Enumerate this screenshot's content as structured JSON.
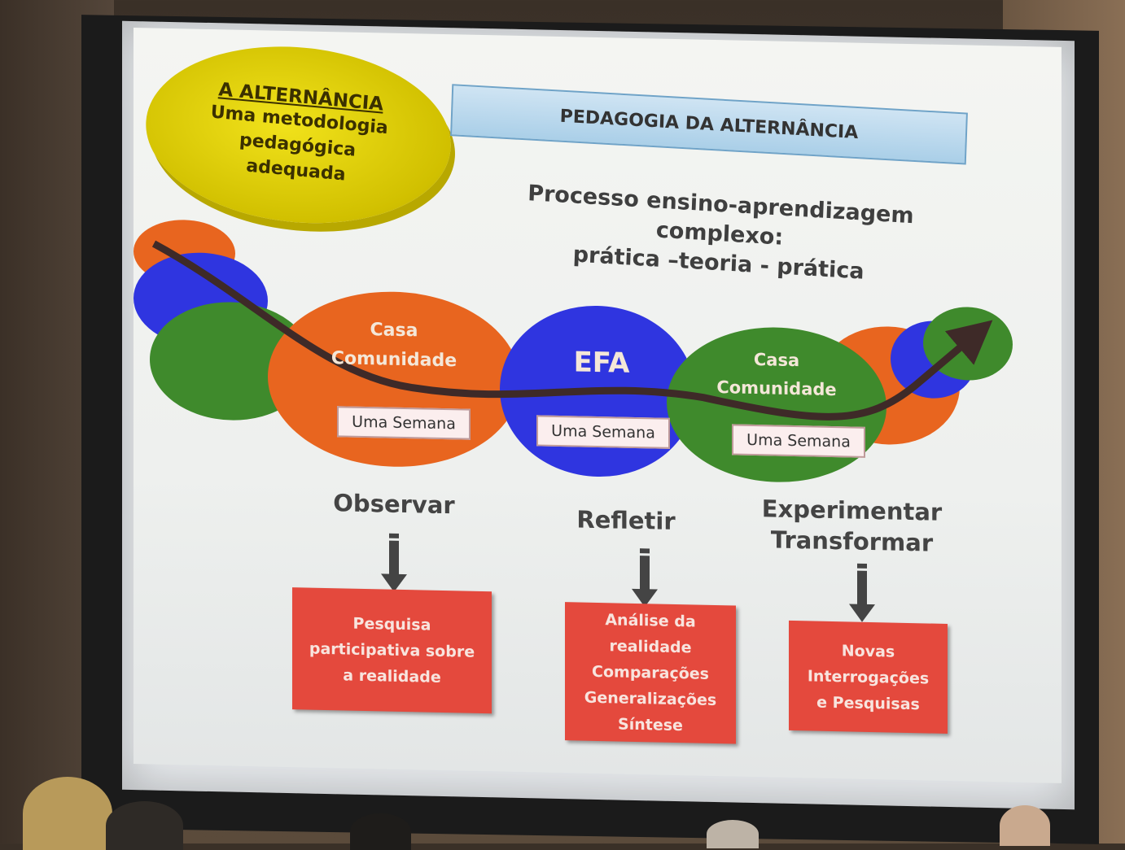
{
  "badge": {
    "title": "A ALTERNÂNCIA",
    "line1": "Uma metodologia",
    "line2": "pedagógica",
    "line3": "adequada"
  },
  "header": {
    "title": "PEDAGOGIA DA ALTERNÂNCIA"
  },
  "process": {
    "line1": "Processo ensino-aprendizagem complexo:",
    "line2": "prática –teoria - prática"
  },
  "stages": [
    {
      "line1": "Casa",
      "line2": "Comunidade",
      "week": "Uma Semana"
    },
    {
      "line1": "EFA",
      "week": "Uma Semana"
    },
    {
      "line1": "Casa",
      "line2": "Comunidade",
      "week": "Uma Semana"
    }
  ],
  "steps": [
    {
      "label": "Observar",
      "box": [
        "Pesquisa",
        "participativa  sobre",
        "a realidade"
      ]
    },
    {
      "label": "Refletir",
      "box": [
        "Análise da",
        "realidade",
        "Comparações",
        "Generalizações",
        "Síntese"
      ]
    },
    {
      "label1": "Experimentar",
      "label2": "Transformar",
      "box": [
        "Novas",
        "Interrogações",
        "e Pesquisas"
      ]
    }
  ],
  "colors": {
    "orange": "#e8651f",
    "blue": "#2f35e0",
    "green": "#3f8a2c",
    "yellow": "#e4d40c",
    "red_box": "#e4493d",
    "arrow": "#3e2a28"
  }
}
